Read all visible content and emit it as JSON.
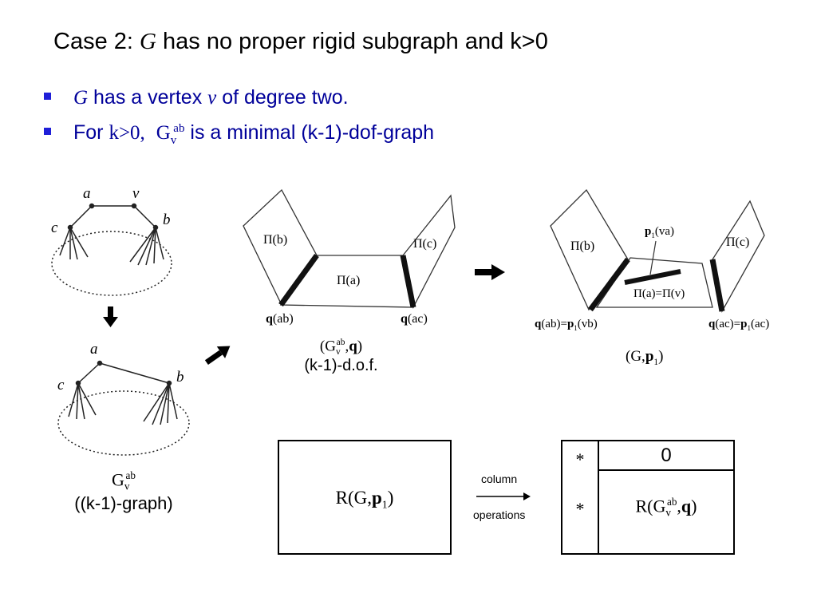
{
  "title": {
    "prefix": "Case 2: ",
    "var": "G",
    "suffix": " has no proper rigid subgraph and k>0"
  },
  "bullets": [
    {
      "var": "G",
      "text1": " has a vertex ",
      "var2": "v",
      "text2": " of degree two."
    },
    {
      "text1": "For ",
      "math": "k>0,",
      "G": "G",
      "sub": "v",
      "sup": "ab",
      "text2": " is a minimal (k-1)-dof-graph"
    }
  ],
  "graph_top": {
    "a": "a",
    "v": "v",
    "b": "b",
    "c": "c"
  },
  "graph_bottom": {
    "a": "a",
    "b": "b",
    "c": "c"
  },
  "gv_caption": {
    "G": "G",
    "sub": "v",
    "sup": "ab",
    "line2": "((k-1)-graph)"
  },
  "mid_fig": {
    "pi_b": "Π(b)",
    "pi_c": "Π(c)",
    "pi_a": "Π(a)",
    "q": "q",
    "ab": "(ab)",
    "ac": "(ac)"
  },
  "mid_caption": {
    "open": "(G",
    "sub": "v",
    "sup": "ab",
    "comma": ",",
    "q": "q",
    "close": ")",
    "line2": "(k-1)-d.o.f."
  },
  "right_fig": {
    "pi_b": "Π(b)",
    "pi_c": "Π(c)",
    "p": "p",
    "one": "1",
    "va": "(va)",
    "pia_piv": "Π(a)=Π(v)",
    "q": "q",
    "ab_eq": "(ab)=",
    "vb": "(vb)",
    "ac_eq": "(ac)=",
    "ac": "(ac)"
  },
  "right_caption": {
    "open": "(G,",
    "p": "p",
    "one": "1",
    "close": ")"
  },
  "matrix_left": {
    "open": "R(G,",
    "p": "p",
    "one": "1",
    "close": ")"
  },
  "arrow_labels": {
    "top": "column",
    "bottom": "operations"
  },
  "matrix_right": {
    "star1": "*",
    "zero": "0",
    "star2": "*",
    "open": "R(G",
    "sub": "v",
    "sup": "ab",
    "comma": ",",
    "q": "q",
    "close": ")"
  }
}
